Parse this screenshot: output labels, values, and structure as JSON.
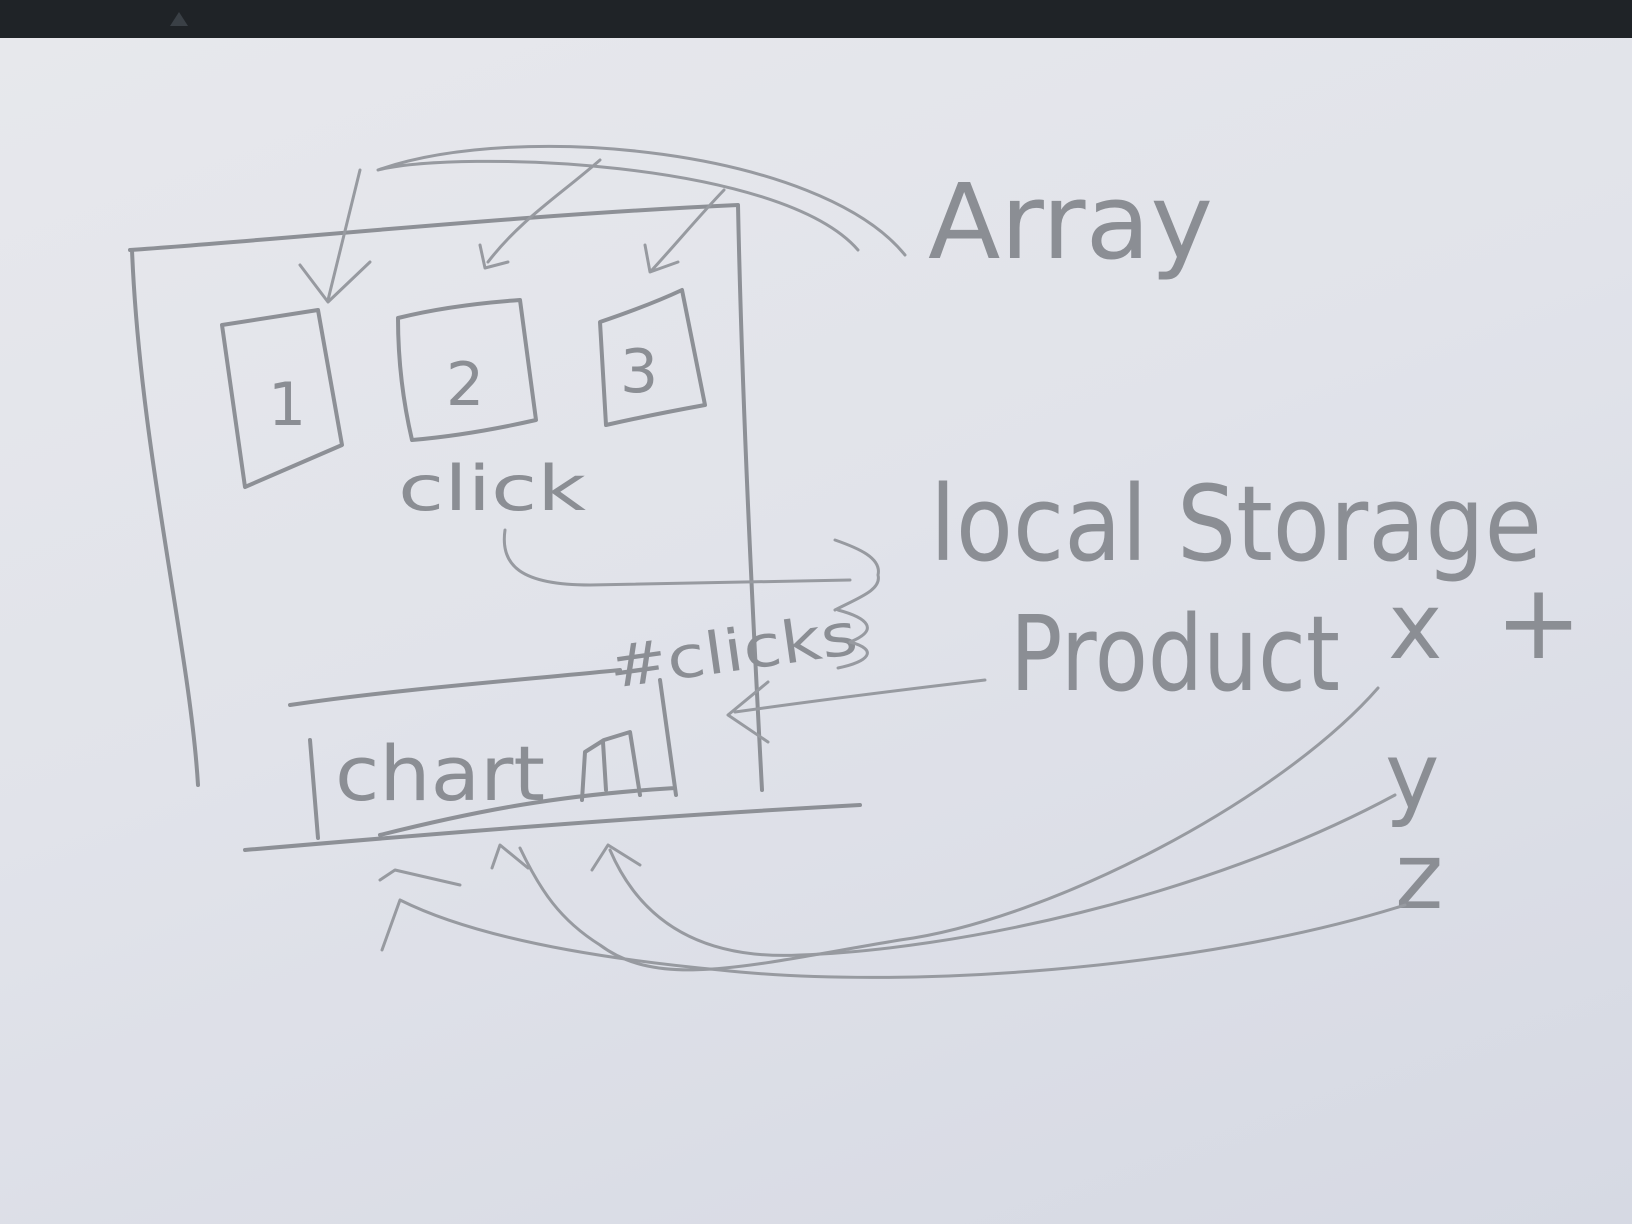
{
  "boxes": [
    {
      "label": "1"
    },
    {
      "label": "2"
    },
    {
      "label": "3"
    }
  ],
  "labels": {
    "array": "Array",
    "click": "click",
    "local_storage": "local Storage",
    "clicks": "#clicks",
    "product": "Product",
    "x": "x",
    "plus": "+",
    "y": "y",
    "z": "z",
    "chart": "chart"
  },
  "colors": {
    "pencil": "#8d9096",
    "paper": "#e2e4ea",
    "background": "#1f2327"
  }
}
